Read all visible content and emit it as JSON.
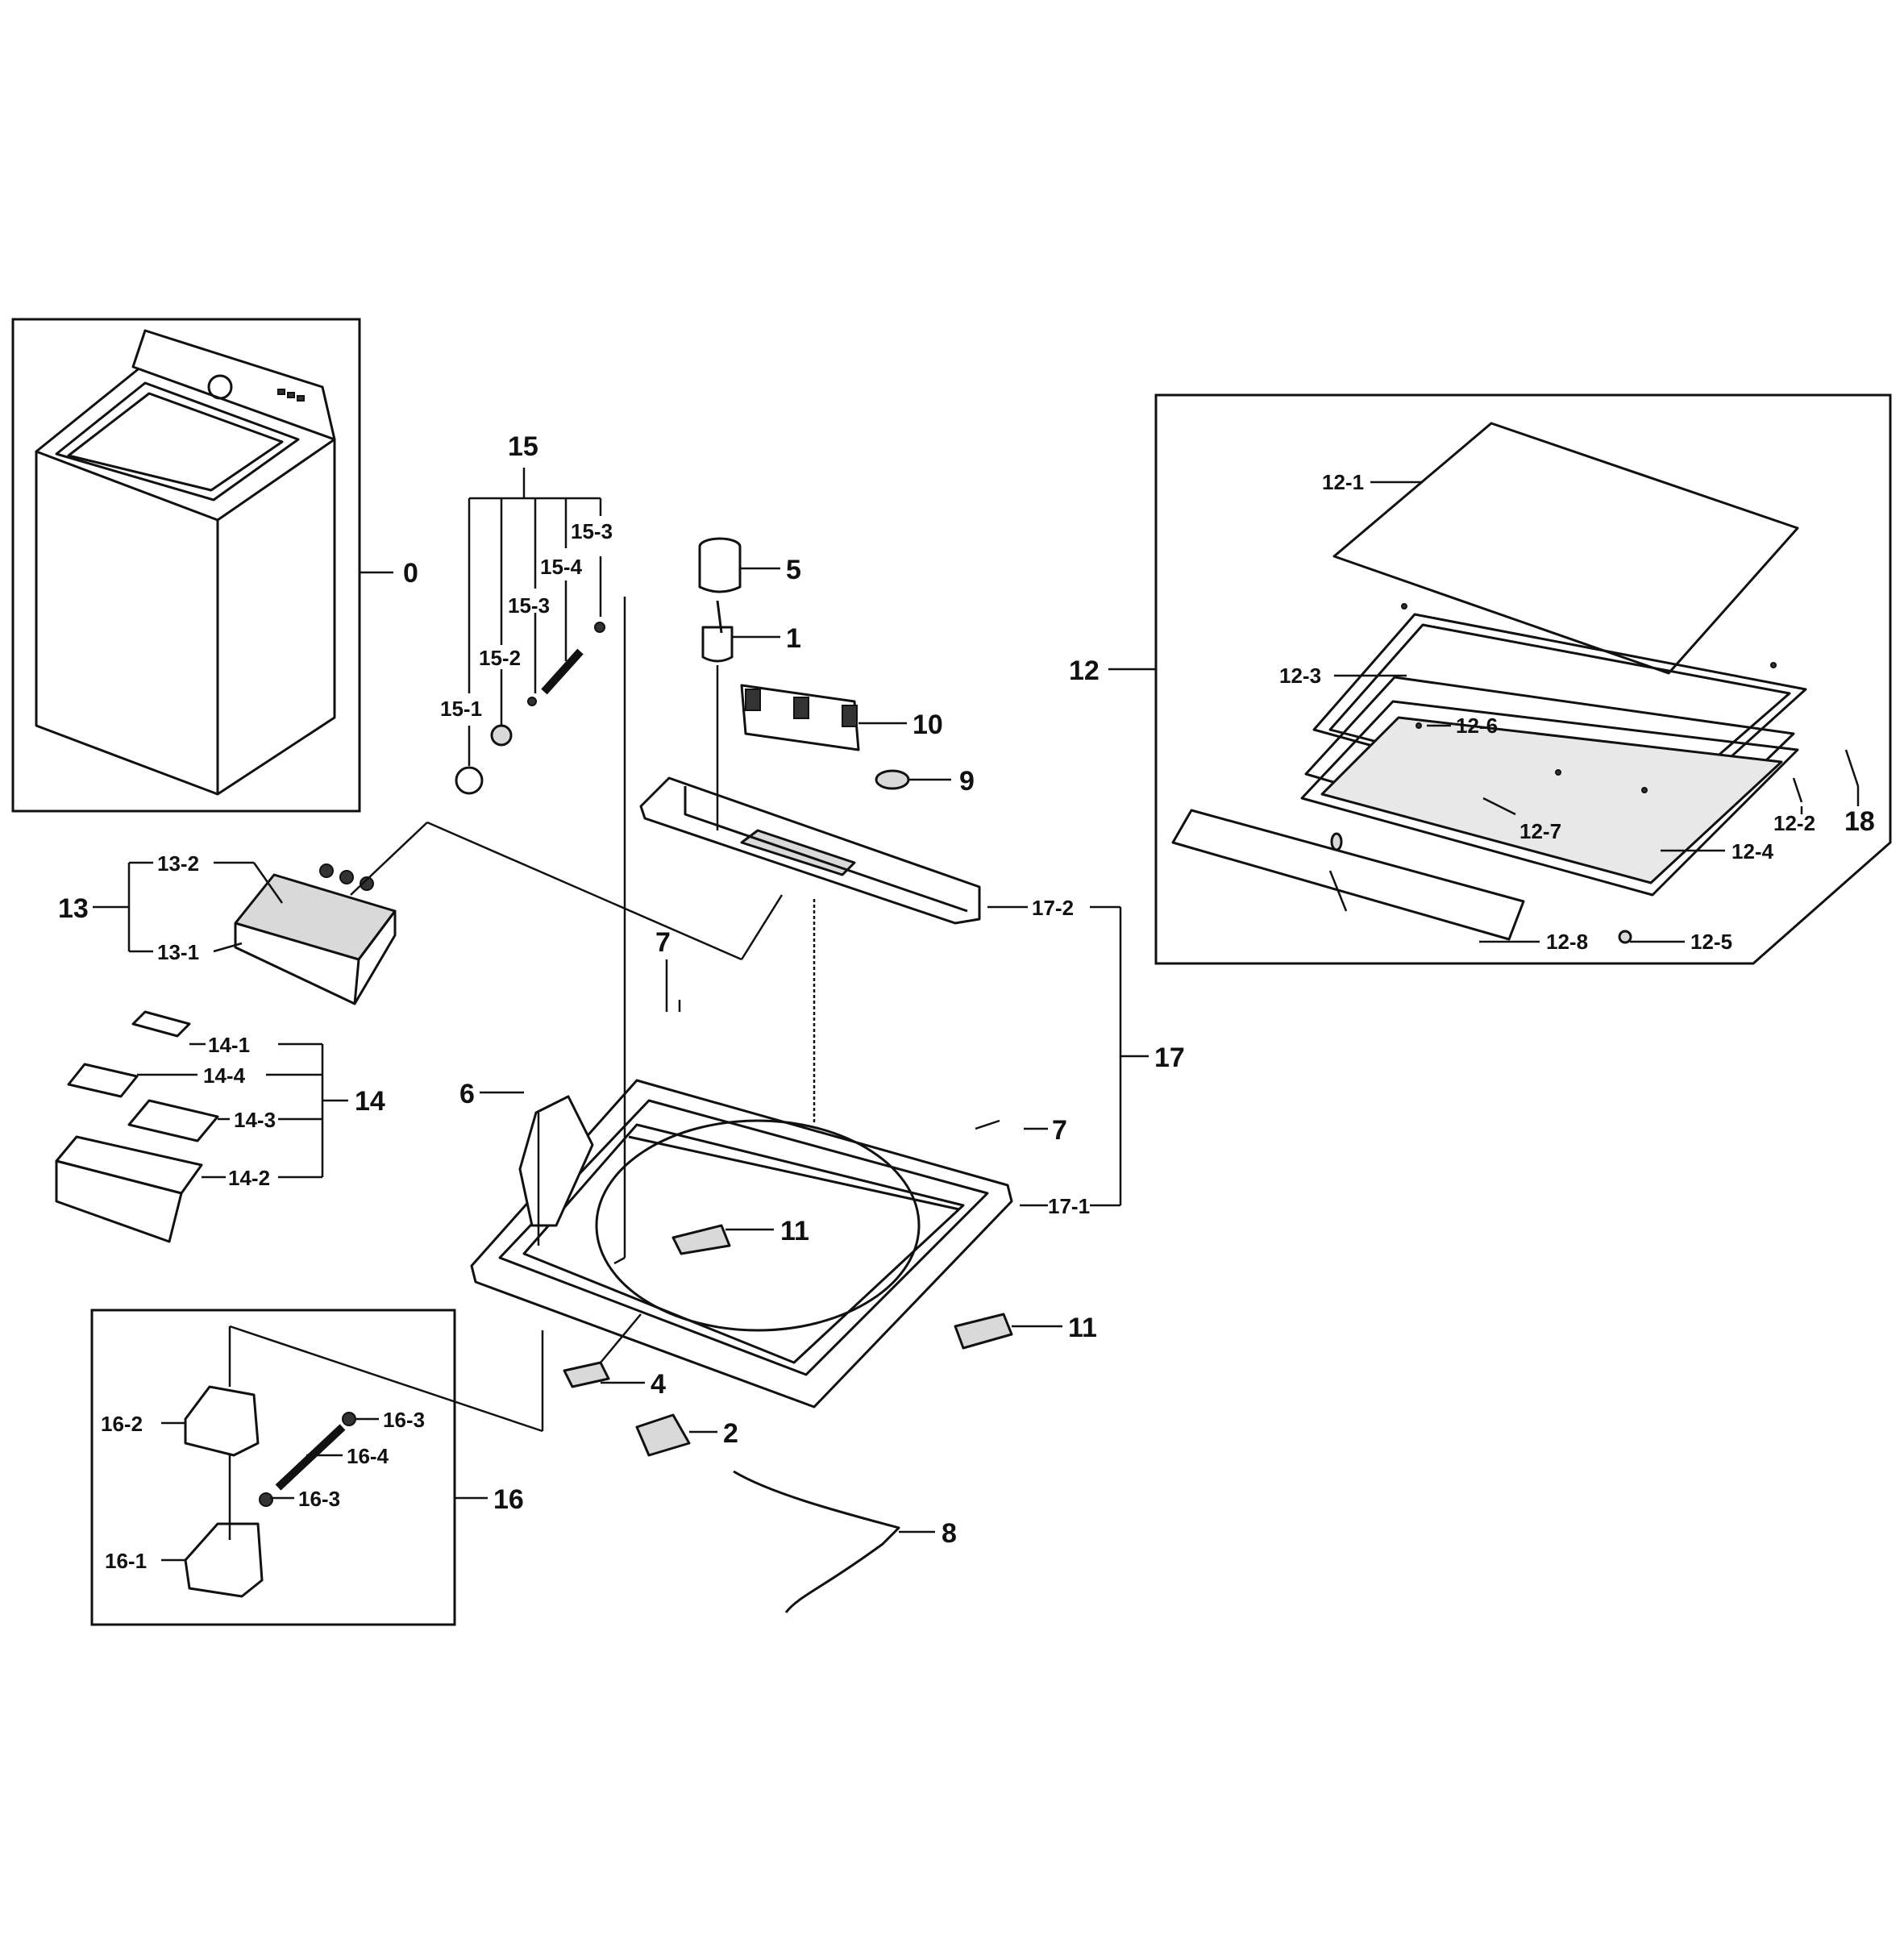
{
  "labels": {
    "p0": "0",
    "p1": "1",
    "p2": "2",
    "p4": "4",
    "p5": "5",
    "p6": "6",
    "p7a": "7",
    "p7b": "7",
    "p8": "8",
    "p9": "9",
    "p10": "10",
    "p11a": "11",
    "p11b": "11",
    "p12": "12",
    "p12_1": "12-1",
    "p12_2": "12-2",
    "p12_3": "12-3",
    "p12_4": "12-4",
    "p12_5": "12-5",
    "p12_6": "12-6",
    "p12_7": "12-7",
    "p12_8": "12-8",
    "p13": "13",
    "p13_1": "13-1",
    "p13_2": "13-2",
    "p14": "14",
    "p14_1": "14-1",
    "p14_2": "14-2",
    "p14_3": "14-3",
    "p14_4": "14-4",
    "p15": "15",
    "p15_1": "15-1",
    "p15_2": "15-2",
    "p15_3a": "15-3",
    "p15_3b": "15-3",
    "p15_4": "15-4",
    "p16": "16",
    "p16_1": "16-1",
    "p16_2": "16-2",
    "p16_3a": "16-3",
    "p16_3b": "16-3",
    "p16_4": "16-4",
    "p17": "17",
    "p17_1": "17-1",
    "p17_2": "17-2",
    "p18": "18"
  }
}
